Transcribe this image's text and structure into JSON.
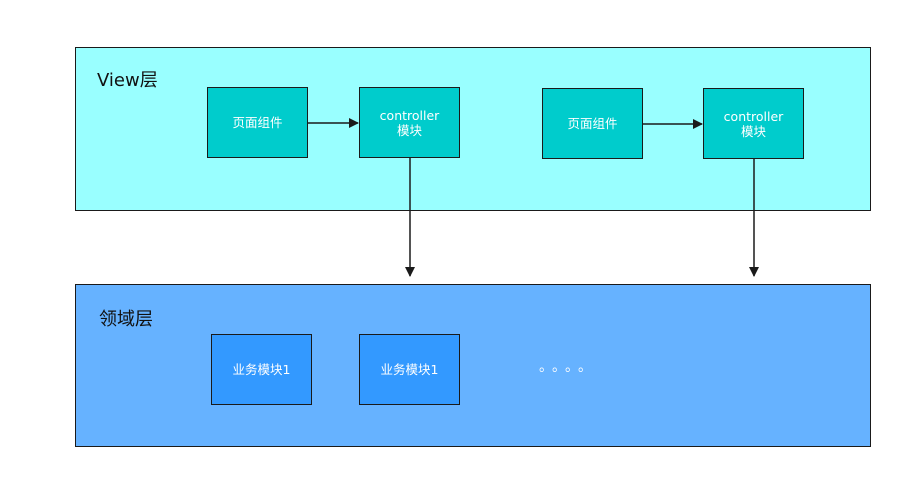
{
  "view_layer": {
    "title": "View层",
    "page_component_1": "页面组件",
    "controller_1": {
      "line1": "controller",
      "line2": "模块"
    },
    "page_component_2": "页面组件",
    "controller_2": {
      "line1": "controller",
      "line2": "模块"
    }
  },
  "domain_layer": {
    "title": "领域层",
    "business_module_1": "业务模块1",
    "business_module_2": "业务模块1",
    "ellipsis": "。。。。"
  },
  "colors": {
    "view_layer_bg": "#99ffff",
    "view_box_bg": "#00cccc",
    "domain_layer_bg": "#66b2ff",
    "domain_box_bg": "#3399ff",
    "stroke": "#1a1a1a"
  }
}
